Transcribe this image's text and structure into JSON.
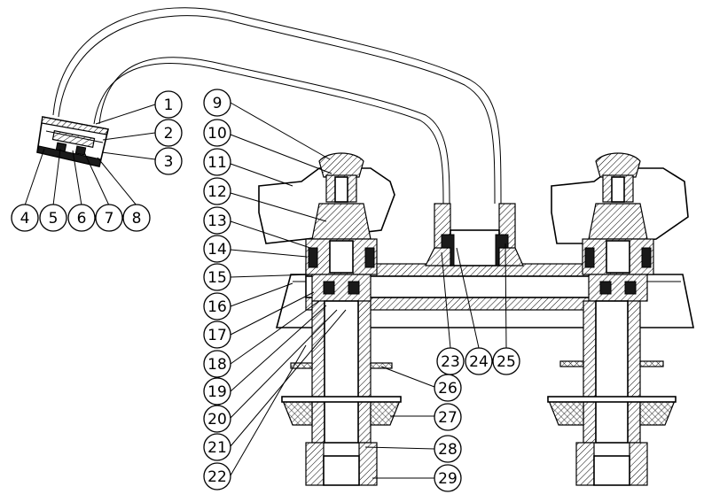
{
  "diagram": {
    "callouts": [
      {
        "id": "c1",
        "label": "1"
      },
      {
        "id": "c2",
        "label": "2"
      },
      {
        "id": "c3",
        "label": "3"
      },
      {
        "id": "c4",
        "label": "4"
      },
      {
        "id": "c5",
        "label": "5"
      },
      {
        "id": "c6",
        "label": "6"
      },
      {
        "id": "c7",
        "label": "7"
      },
      {
        "id": "c8",
        "label": "8"
      },
      {
        "id": "c9",
        "label": "9"
      },
      {
        "id": "c10",
        "label": "10"
      },
      {
        "id": "c11",
        "label": "11"
      },
      {
        "id": "c12",
        "label": "12"
      },
      {
        "id": "c13",
        "label": "13"
      },
      {
        "id": "c14",
        "label": "14"
      },
      {
        "id": "c15",
        "label": "15"
      },
      {
        "id": "c16",
        "label": "16"
      },
      {
        "id": "c17",
        "label": "17"
      },
      {
        "id": "c18",
        "label": "18"
      },
      {
        "id": "c19",
        "label": "19"
      },
      {
        "id": "c20",
        "label": "20"
      },
      {
        "id": "c21",
        "label": "21"
      },
      {
        "id": "c22",
        "label": "22"
      },
      {
        "id": "c23",
        "label": "23"
      },
      {
        "id": "c24",
        "label": "24"
      },
      {
        "id": "c25",
        "label": "25"
      },
      {
        "id": "c26",
        "label": "26"
      },
      {
        "id": "c27",
        "label": "27"
      },
      {
        "id": "c28",
        "label": "28"
      },
      {
        "id": "c29",
        "label": "29"
      }
    ],
    "colors": {
      "line": "#000000",
      "background": "#ffffff"
    }
  }
}
